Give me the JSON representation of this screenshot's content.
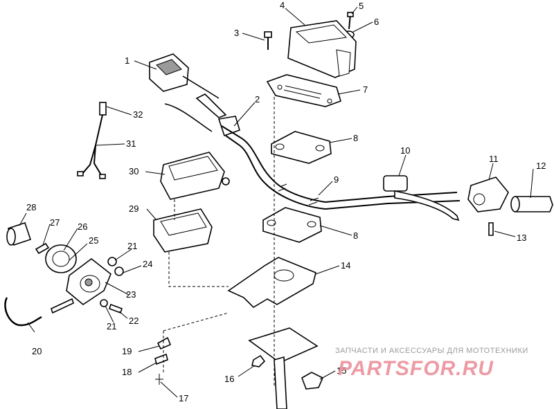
{
  "callouts": [
    {
      "id": "c1",
      "text": "1"
    },
    {
      "id": "c2",
      "text": "2"
    },
    {
      "id": "c3",
      "text": "3"
    },
    {
      "id": "c4",
      "text": "4"
    },
    {
      "id": "c5",
      "text": "5"
    },
    {
      "id": "c6",
      "text": "6"
    },
    {
      "id": "c7",
      "text": "7"
    },
    {
      "id": "c8a",
      "text": "8"
    },
    {
      "id": "c8b",
      "text": "8"
    },
    {
      "id": "c9",
      "text": "9"
    },
    {
      "id": "c10",
      "text": "10"
    },
    {
      "id": "c11",
      "text": "11"
    },
    {
      "id": "c12",
      "text": "12"
    },
    {
      "id": "c13",
      "text": "13"
    },
    {
      "id": "c14",
      "text": "14"
    },
    {
      "id": "c15",
      "text": "15"
    },
    {
      "id": "c16",
      "text": "16"
    },
    {
      "id": "c17",
      "text": "17"
    },
    {
      "id": "c18",
      "text": "18"
    },
    {
      "id": "c19",
      "text": "19"
    },
    {
      "id": "c20",
      "text": "20"
    },
    {
      "id": "c21a",
      "text": "21"
    },
    {
      "id": "c21b",
      "text": "21"
    },
    {
      "id": "c22",
      "text": "22"
    },
    {
      "id": "c23",
      "text": "23"
    },
    {
      "id": "c24",
      "text": "24"
    },
    {
      "id": "c25",
      "text": "25"
    },
    {
      "id": "c26",
      "text": "26"
    },
    {
      "id": "c27",
      "text": "27"
    },
    {
      "id": "c28",
      "text": "28"
    },
    {
      "id": "c29",
      "text": "29"
    },
    {
      "id": "c30",
      "text": "30"
    },
    {
      "id": "c31",
      "text": "31"
    },
    {
      "id": "c32",
      "text": "32"
    }
  ],
  "watermark": {
    "tagline": "ЗАПЧАСТИ И АКСЕССУАРЫ ДЛЯ МОТОТЕХНИКИ",
    "brand": "PARTSFOR.RU",
    "color": "#ee9aa4"
  }
}
